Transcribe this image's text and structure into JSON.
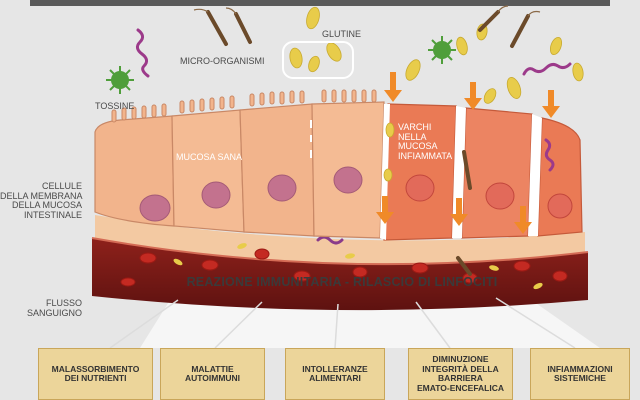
{
  "labels": {
    "glutine": "GLUTINE",
    "micro_organismi": "MICRO-ORGANISMI",
    "tossine": "TOSSINE",
    "mucosa_sana": "MUCOSA SANA",
    "varchi": [
      "VARCHI",
      "NELLA",
      "MUCOSA",
      "INFIAMMATA"
    ],
    "cellule": [
      "CELLULE",
      "DELLA MEMBRANA",
      "DELLA MUCOSA",
      "INTESTINALE"
    ],
    "flusso": [
      "FLUSSO",
      "SANGUIGNO"
    ]
  },
  "headline": "REAZIONE IMMUNITARIA - RILASCIO DI LINFOCITI",
  "effects": [
    [
      "MALASSORBIMENTO",
      "DEI NUTRIENTI"
    ],
    [
      "MALATTIE",
      "AUTOIMMUNI"
    ],
    [
      "INTOLLERANZE",
      "ALIMENTARI"
    ],
    [
      "DIMINUZIONE",
      "INTEGRITÀ DELLA",
      "BARRIERA",
      "EMATO-ENCEFALICA"
    ],
    [
      "INFIAMMAZIONI",
      "SISTEMICHE"
    ]
  ],
  "colors": {
    "healthy_cell": "#f2b48c",
    "inflamed_cell": "#ea7a55",
    "nucleus": "#c3728e",
    "blood": "#7a1a16",
    "effect_box": "#ecd59a",
    "arrow": "#f08a28",
    "virus": "#4f9e3a",
    "gluten": "#e8cc4a"
  }
}
